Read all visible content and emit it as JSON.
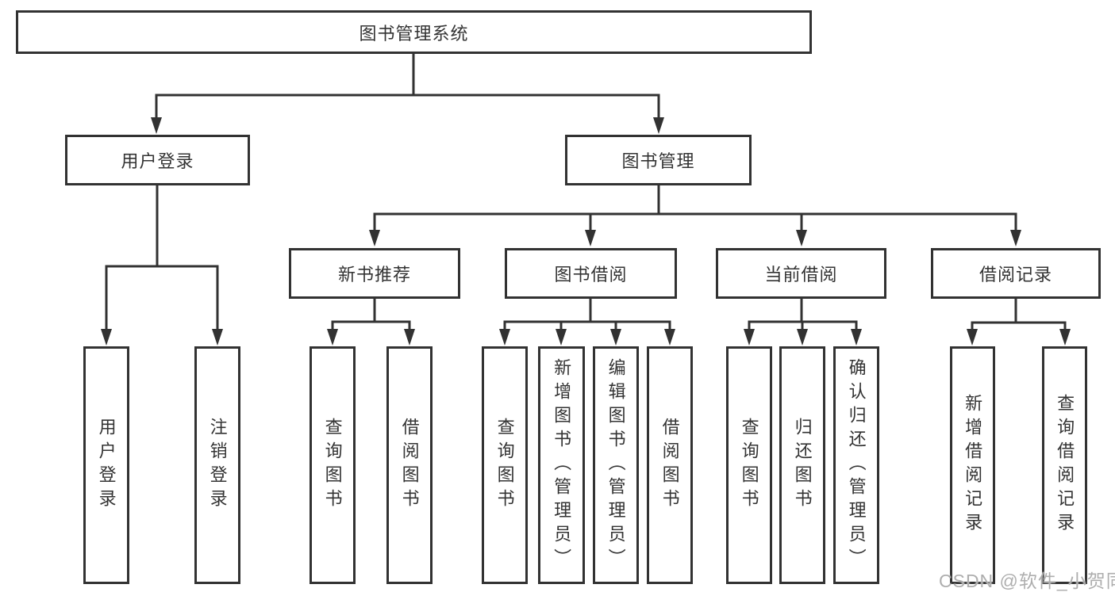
{
  "nodes": {
    "root": "图书管理系统",
    "user_login": "用户登录",
    "book_management": "图书管理",
    "new_book_recommend": "新书推荐",
    "book_borrow": "图书借阅",
    "current_borrow": "当前借阅",
    "borrow_records": "借阅记录",
    "leaf_user_login": "用户登录",
    "leaf_logout": "注销登录",
    "nb_query_books": "查询图书",
    "nb_borrow_books": "借阅图书",
    "bb_query_books": "查询图书",
    "bb_add_books": "新增图书（管理员）",
    "bb_edit_books": "编辑图书（管理员）",
    "bb_borrow_books": "借阅图书",
    "cb_query_books": "查询图书",
    "cb_return_books": "归还图书",
    "cb_confirm_return": "确认归还（管理员）",
    "br_add_record": "新增借阅记录",
    "br_query_record": "查询借阅记录"
  },
  "watermark": "CSDN @软件_小贺同学",
  "colors": {
    "line": "#323232",
    "text": "#333333",
    "watermark": "#aeaeae",
    "background": "#ffffff"
  }
}
